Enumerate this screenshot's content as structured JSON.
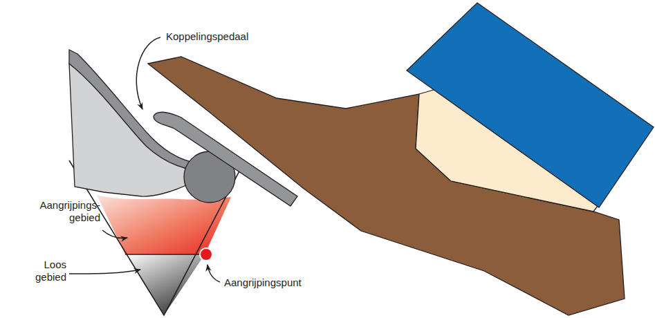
{
  "diagram": {
    "labels": [
      "Koppelingspedaal",
      "Aangrijpings- gebied",
      "Loos gebied",
      "Aangrijpingspunt"
    ]
  }
}
